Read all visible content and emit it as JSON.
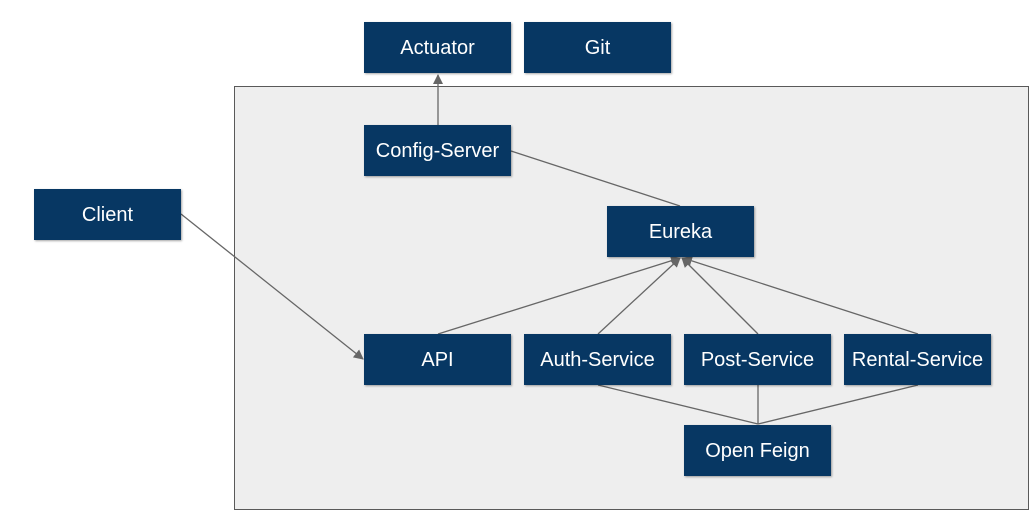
{
  "diagram": {
    "nodes": {
      "actuator": "Actuator",
      "git": "Git",
      "config_server": "Config-Server",
      "client": "Client",
      "eureka": "Eureka",
      "api": "API",
      "auth_service": "Auth-Service",
      "post_service": "Post-Service",
      "rental_service": "Rental-Service",
      "open_feign": "Open Feign"
    },
    "edges": [
      {
        "from": "config_server",
        "to": "actuator",
        "arrow": true
      },
      {
        "from": "config_server",
        "to": "eureka",
        "arrow": false
      },
      {
        "from": "client",
        "to": "api",
        "arrow": true
      },
      {
        "from": "api",
        "to": "eureka",
        "arrow": true
      },
      {
        "from": "auth_service",
        "to": "eureka",
        "arrow": true
      },
      {
        "from": "post_service",
        "to": "eureka",
        "arrow": true
      },
      {
        "from": "rental_service",
        "to": "eureka",
        "arrow": true
      },
      {
        "from": "auth_service",
        "to": "open_feign",
        "arrow": false
      },
      {
        "from": "post_service",
        "to": "open_feign",
        "arrow": false
      },
      {
        "from": "rental_service",
        "to": "open_feign",
        "arrow": false
      }
    ]
  },
  "colors": {
    "node_fill": "#073763",
    "node_text": "#ffffff",
    "group_fill": "#eeeeee",
    "group_border": "#595959",
    "edge": "#666666"
  }
}
